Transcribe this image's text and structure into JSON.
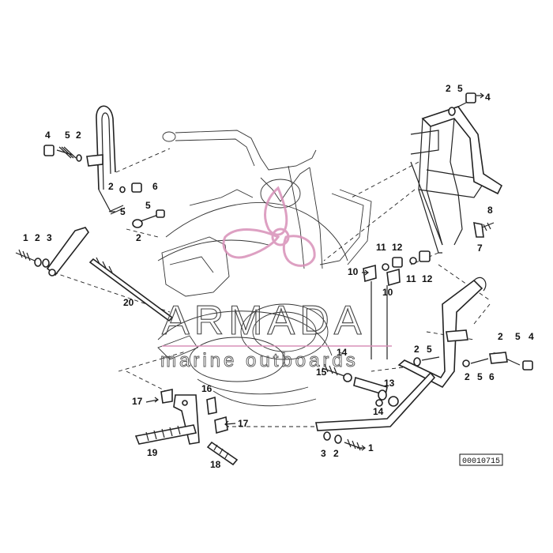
{
  "watermark": {
    "brand": "ARMADA",
    "tagline": "marine outboards",
    "accent_color": "#d890b8"
  },
  "drawing_code": "00010715",
  "callouts": {
    "c_4a": "4",
    "c_5a": "5",
    "c_2a": "2",
    "c_2b": "2",
    "c_6a": "6",
    "c_5b": "5",
    "c_5c": "5",
    "c_2c": "2",
    "c_1a": "1",
    "c_2d": "2",
    "c_3a": "3",
    "c_20": "20",
    "c_2e": "2",
    "c_5d": "5",
    "c_4b": "4",
    "c_8": "8",
    "c_7": "7",
    "c_11a": "11",
    "c_12a": "12",
    "c_10a": "10",
    "c_10b": "10",
    "c_11b": "11",
    "c_12b": "12",
    "c_14a": "14",
    "c_15": "15",
    "c_13": "13",
    "c_14b": "14",
    "c_2f": "2",
    "c_5e": "5",
    "c_2g": "2",
    "c_5f": "5",
    "c_4c": "4",
    "c_2h": "2",
    "c_5g": "5",
    "c_6b": "6",
    "c_16": "16",
    "c_17a": "17",
    "c_17b": "17",
    "c_19": "19",
    "c_18": "18",
    "c_3b": "3",
    "c_2i": "2",
    "c_1b": "1"
  }
}
